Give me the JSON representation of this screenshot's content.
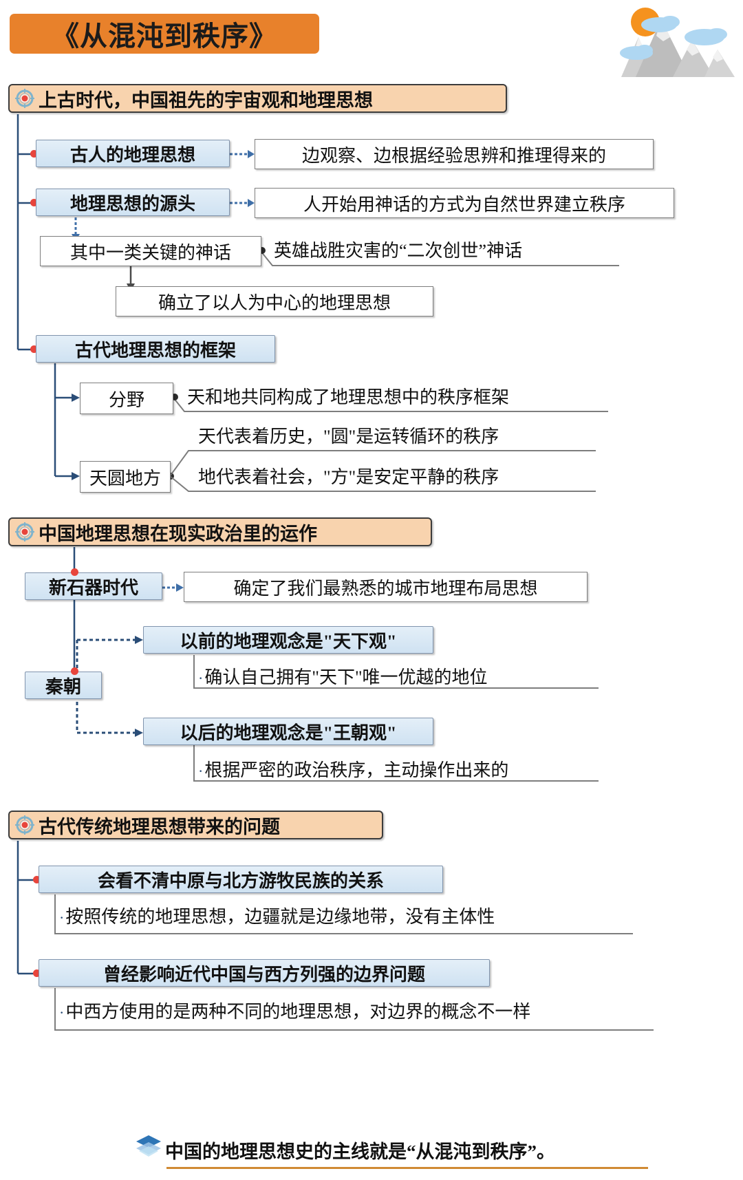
{
  "title": "《从混沌到秩序》",
  "decoration": {
    "art_name": "mountain-sun-clouds",
    "sun_color": "#F5921E",
    "cloud_color": "#AFD7F2",
    "mountain_color": "#BFBFBF"
  },
  "colors": {
    "banner": "#E8812B",
    "section_header": "#F8D3AE",
    "node_blue": "#CFE2F2",
    "connector": "#2A4D77",
    "dot": "#E8453C",
    "underline": "#8A8A8A",
    "conclusion_rule": "#D08A34"
  },
  "sections": [
    {
      "id": "s1",
      "header": "上古时代，中国祖先的宇宙观和地理思想",
      "nodes": [
        {
          "label": "古人的地理思想",
          "detail": "边观察、边根据经验思辨和推理得来的"
        },
        {
          "label": "地理思想的源头",
          "detail": "人开始用神话的方式为自然世界建立秩序"
        },
        {
          "label": "其中一类关键的神话",
          "detail": "英雄战胜灾害的“二次创世”神话"
        },
        {
          "label": "确立了以人为中心的地理思想"
        },
        {
          "label": "古代地理思想的框架"
        },
        {
          "label": "分野",
          "detail": "天和地共同构成了地理思想中的秩序框架"
        },
        {
          "label": "天圆地方",
          "detail1": "天代表着历史，\"圆\"是运转循环的秩序",
          "detail2": "地代表着社会，\"方\"是安定平静的秩序"
        }
      ]
    },
    {
      "id": "s2",
      "header": "中国地理思想在现实政治里的运作",
      "nodes": [
        {
          "label": "新石器时代",
          "detail": "确定了我们最熟悉的城市地理布局思想"
        },
        {
          "label": "秦朝"
        },
        {
          "label": "以前的地理观念是\"天下观\"",
          "bullet": "确认自己拥有\"天下\"唯一优越的地位"
        },
        {
          "label": "以后的地理观念是\"王朝观\"",
          "bullet": "根据严密的政治秩序，主动操作出来的"
        }
      ]
    },
    {
      "id": "s3",
      "header": "古代传统地理思想带来的问题",
      "nodes": [
        {
          "label": "会看不清中原与北方游牧民族的关系",
          "bullet": "按照传统的地理思想，边疆就是边缘地带，没有主体性"
        },
        {
          "label": "曾经影响近代中国与西方列强的边界问题",
          "bullet": "中西方使用的是两种不同的地理思想，对边界的概念不一样"
        }
      ]
    }
  ],
  "conclusion": {
    "marker": "diamond-icon",
    "text": "中国的地理思想史的主线就是“从混沌到秩序”。"
  }
}
